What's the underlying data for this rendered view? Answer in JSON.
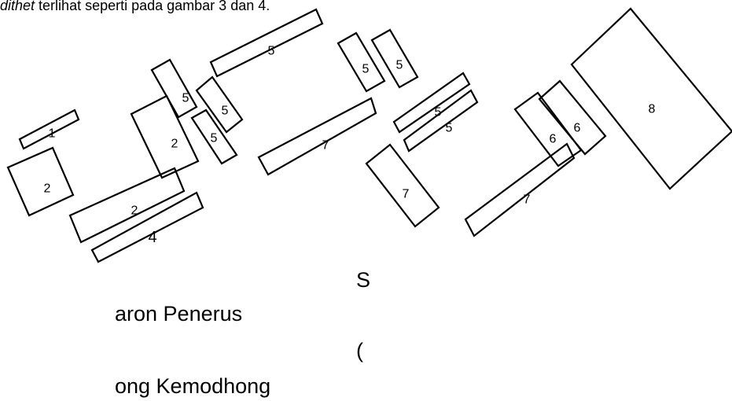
{
  "caption": {
    "italic_part": "dithet",
    "rest": " terlihat seperti pada gambar 3 dan 4."
  },
  "shapes": [
    {
      "id": "r1",
      "label": "1"
    },
    {
      "id": "r2",
      "label": "2"
    },
    {
      "id": "r3",
      "label": "2"
    },
    {
      "id": "r4",
      "label": "2"
    },
    {
      "id": "r5",
      "label": "4"
    },
    {
      "id": "r6",
      "label": "5"
    },
    {
      "id": "r7",
      "label": "5"
    },
    {
      "id": "r8",
      "label": "5"
    },
    {
      "id": "r9",
      "label": "5"
    },
    {
      "id": "r10",
      "label": "5"
    },
    {
      "id": "r11",
      "label": "5"
    },
    {
      "id": "r12",
      "label": "7"
    },
    {
      "id": "r13",
      "label": "5"
    },
    {
      "id": "r14",
      "label": "5"
    },
    {
      "id": "r15",
      "label": "7"
    },
    {
      "id": "r16",
      "label": "6"
    },
    {
      "id": "r17",
      "label": "6"
    },
    {
      "id": "r18",
      "label": "7"
    },
    {
      "id": "r19",
      "label": "8"
    }
  ],
  "bottom_lines": [
    {
      "id": "b1",
      "text": "S"
    },
    {
      "id": "b2",
      "text": "aron Penerus"
    },
    {
      "id": "b3",
      "text": "("
    },
    {
      "id": "b4",
      "text": "ong Kemodhong"
    }
  ]
}
